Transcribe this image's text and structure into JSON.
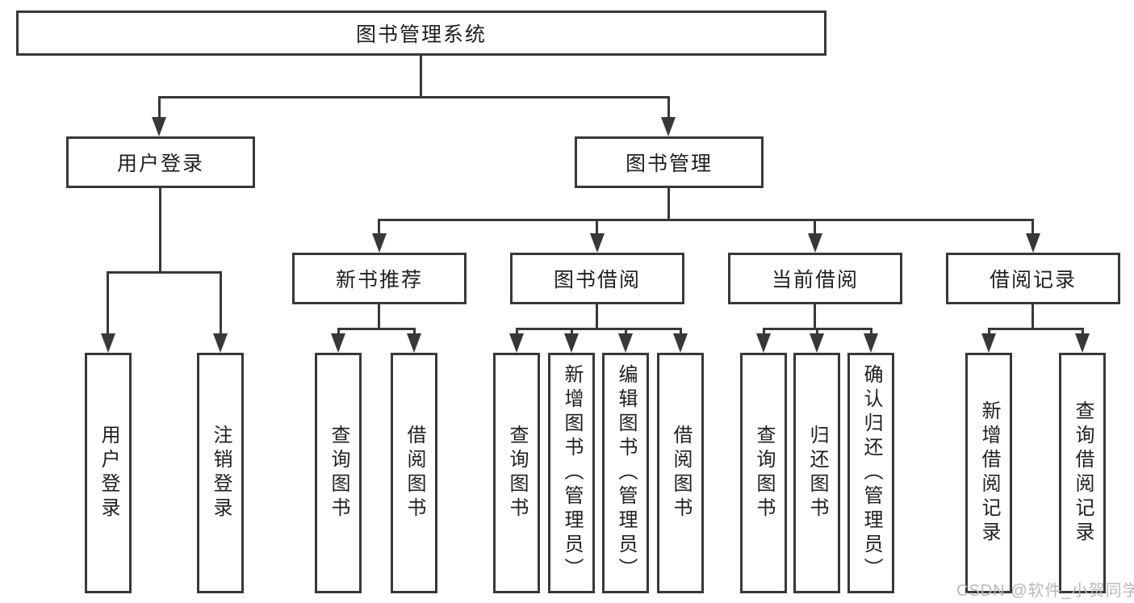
{
  "nodes": {
    "root": {
      "label": "图书管理系统"
    },
    "level2": [
      {
        "label": "用户登录"
      },
      {
        "label": "图书管理"
      }
    ],
    "level3": [
      {
        "label": "新书推荐"
      },
      {
        "label": "图书借阅"
      },
      {
        "label": "当前借阅"
      },
      {
        "label": "借阅记录"
      }
    ],
    "leaves": {
      "user": [
        "用户登录",
        "注销登录"
      ],
      "recommend": [
        "查询图书",
        "借阅图书"
      ],
      "borrow": [
        "查询图书",
        "新增图书（管理员）",
        "编辑图书（管理员）",
        "借阅图书"
      ],
      "current": [
        "查询图书",
        "归还图书",
        "确认归还（管理员）"
      ],
      "records": [
        "新增借阅记录",
        "查询借阅记录"
      ]
    }
  },
  "watermark": {
    "text": "CSDN @软件_小贺同学"
  },
  "colors": {
    "line": "#383838",
    "node_border": "#383838",
    "node_fill": "#ffffff",
    "text": "#1f1f1f",
    "watermark": "#b9b9b9",
    "background": "#ffffff"
  }
}
